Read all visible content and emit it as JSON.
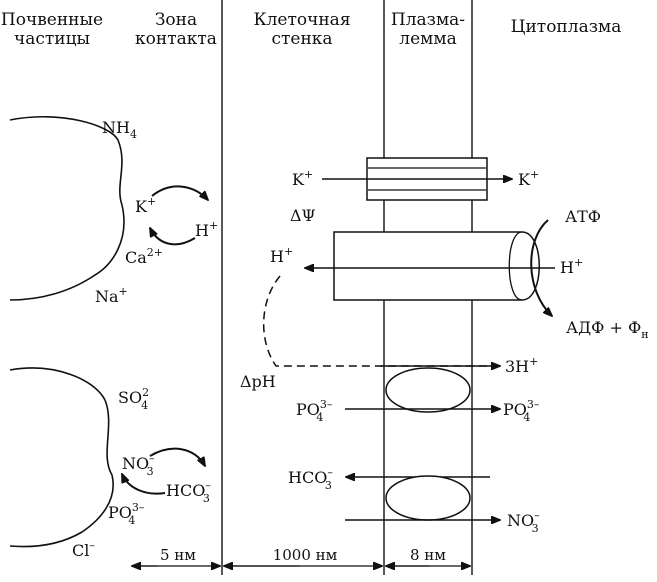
{
  "headers": {
    "soil_particles": [
      "Почвенные",
      "частицы"
    ],
    "contact_zone": [
      "Зона",
      "контакта"
    ],
    "cell_wall": [
      "Клеточная",
      "стенка"
    ],
    "plasmalemma": [
      "Плазма-",
      "лемма"
    ],
    "cytoplasm": "Цитоплазма"
  },
  "particle1": {
    "nh4": "NH",
    "nh4_sub": "4",
    "k": "K",
    "k_sup": "+",
    "ca": "Ca",
    "ca_sup": "2+",
    "na": "Na",
    "na_sup": "+"
  },
  "contact1": {
    "h": "H",
    "h_sup": "+"
  },
  "particle2": {
    "so4": "SO",
    "so4_sup": "2",
    "so4_sub": "4",
    "no3": "NO",
    "no3_sup": "–",
    "no3_sub": "3",
    "po4": "PO",
    "po4_sup": "3–",
    "po4_sub": "4",
    "cl": "Cl",
    "cl_sup": "–"
  },
  "contact2": {
    "hco3": "HCO",
    "hco3_sup": "–",
    "hco3_sub": "3"
  },
  "membrane": {
    "k_in": "K",
    "k_in_sup": "+",
    "k_out": "K",
    "k_out_sup": "+",
    "delta_psi": "ΔΨ",
    "h_left": "H",
    "h_left_sup": "+",
    "h_right": "H",
    "h_right_sup": "+",
    "atp": "АТФ",
    "adp": "АДФ + Ф",
    "adp_sub": "н",
    "three_h": "3H",
    "three_h_sup": "+",
    "delta_ph": "ΔpH",
    "po4_in": "PO",
    "po4_in_sup": "3–",
    "po4_in_sub": "4",
    "po4_out": "PO",
    "po4_out_sup": "3–",
    "po4_out_sub": "4",
    "hco3": "HCO",
    "hco3_sup": "–",
    "hco3_sub": "3",
    "no3": "NO",
    "no3_sup": "–",
    "no3_sub": "3"
  },
  "dimensions": {
    "contact_zone": "5 нм",
    "cell_wall": "1000 нм",
    "plasmalemma": "8 нм"
  }
}
